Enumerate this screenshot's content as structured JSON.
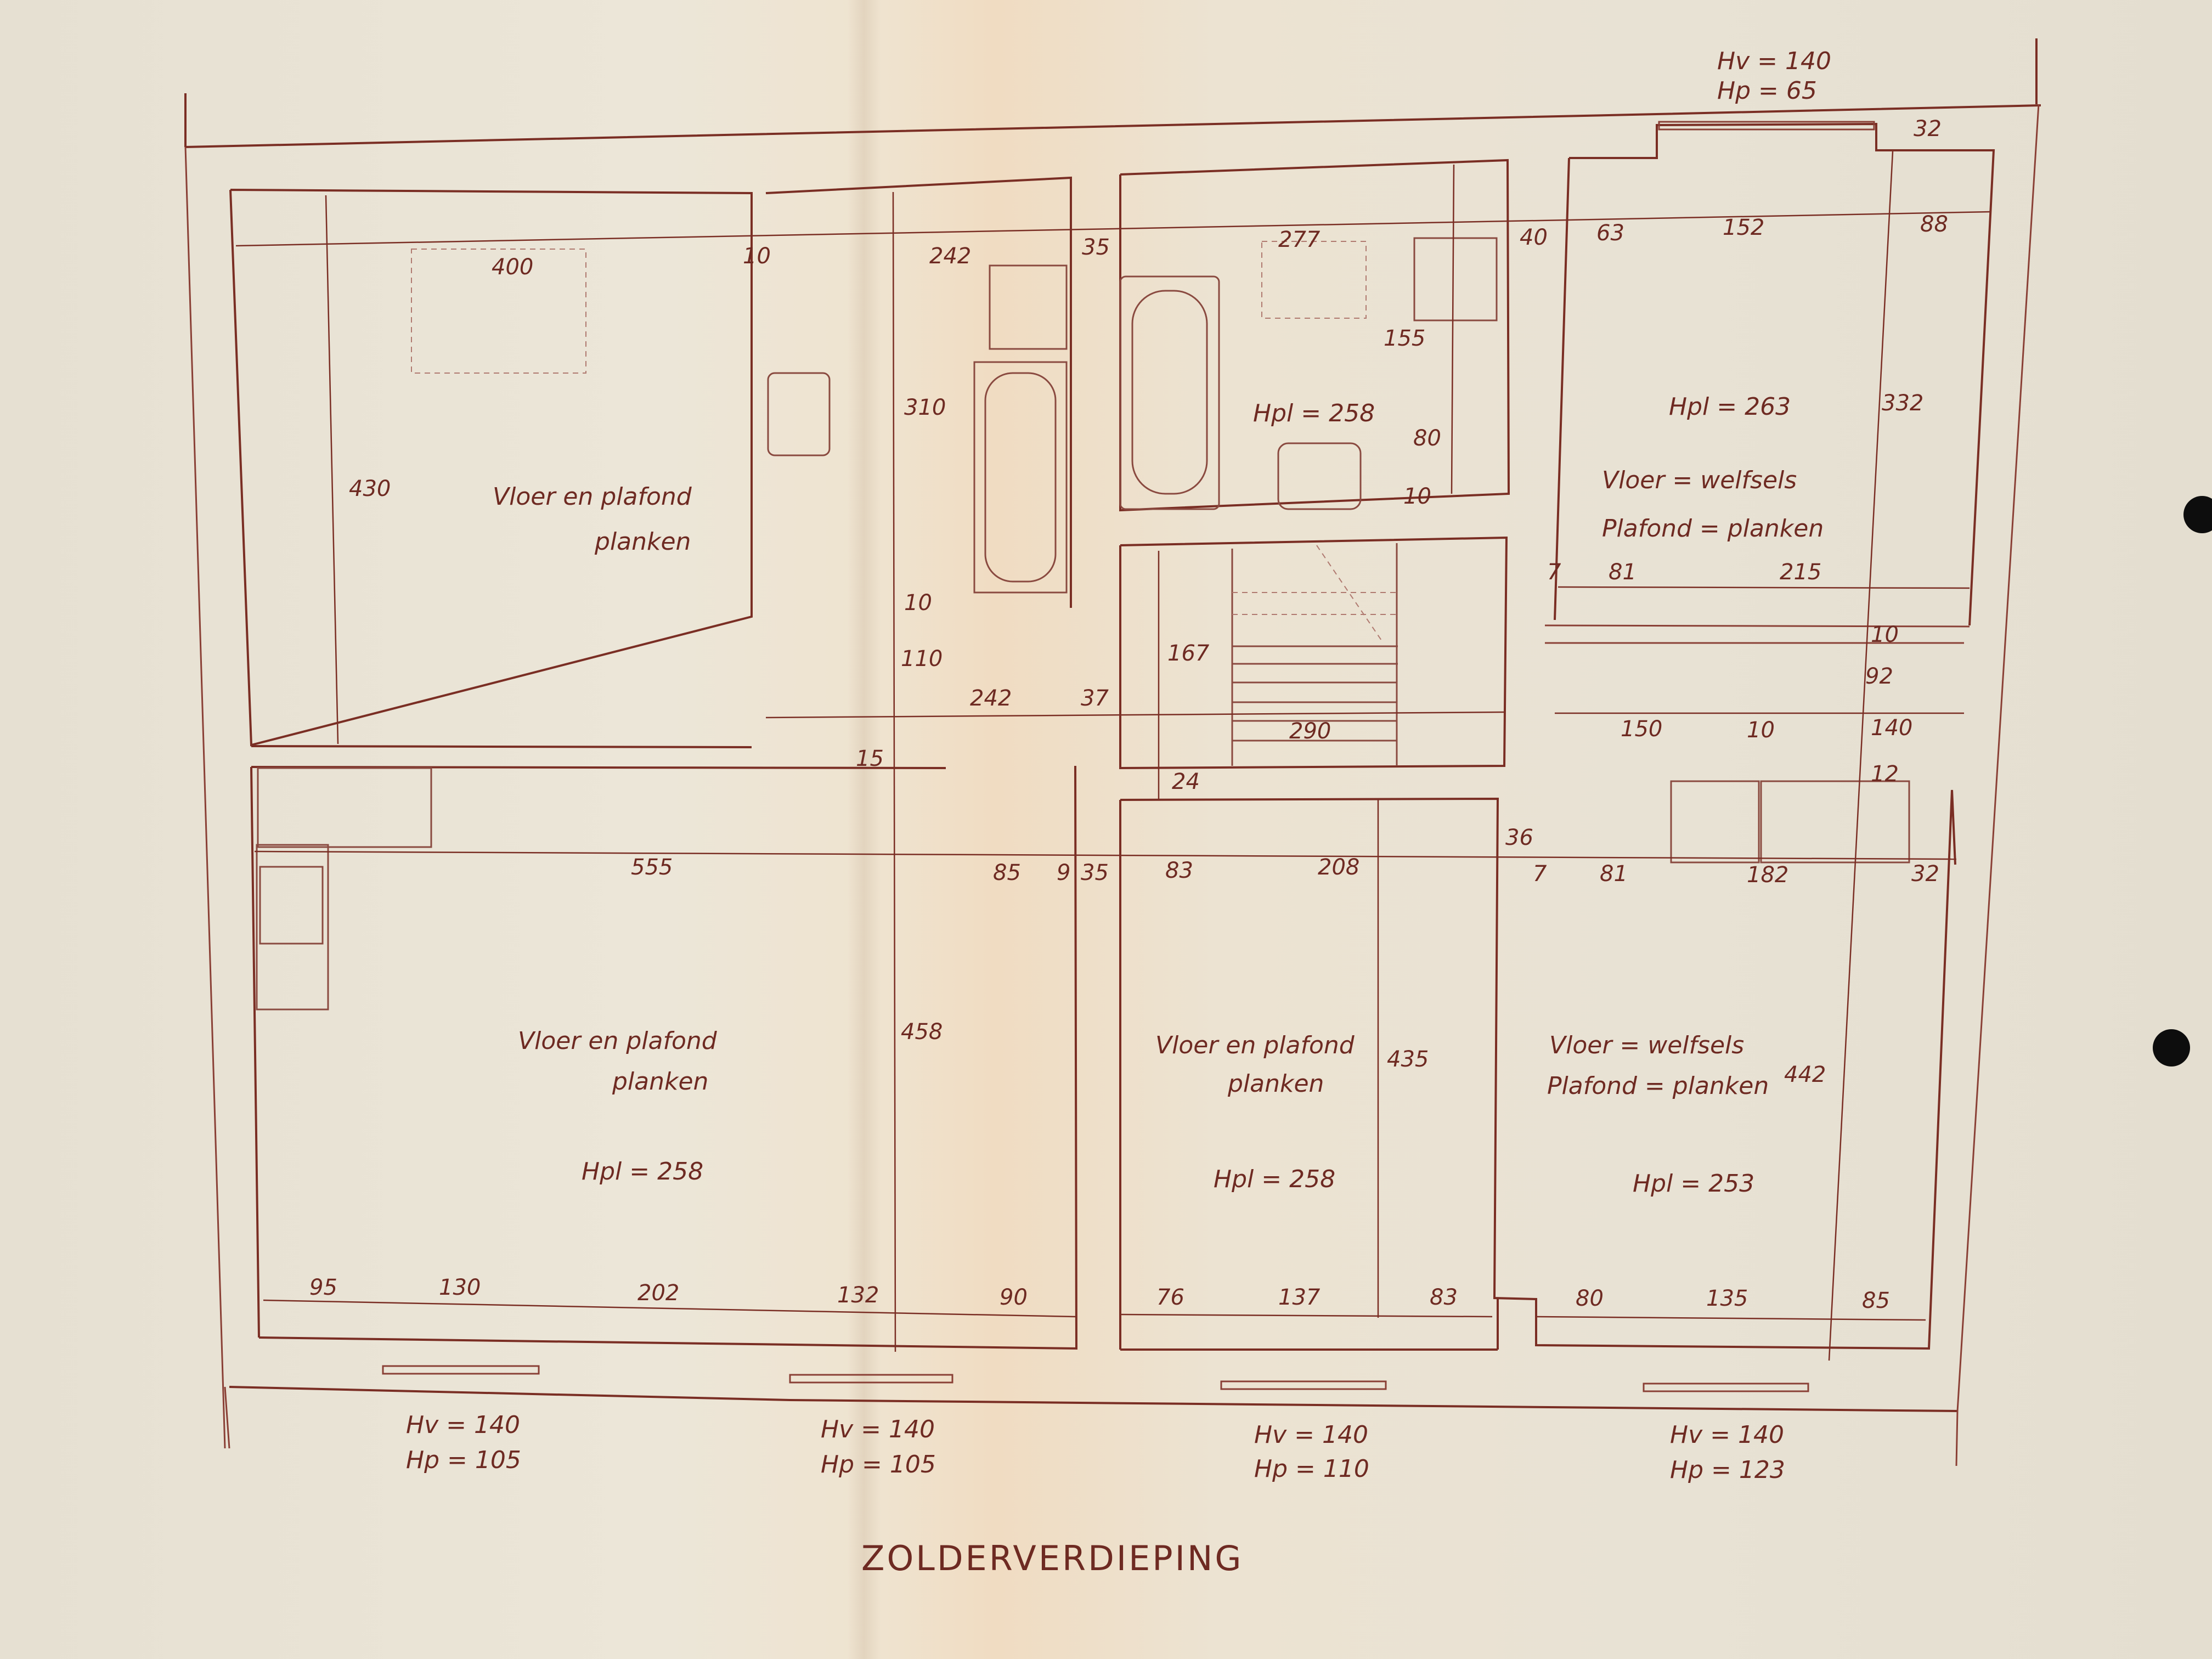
{
  "title": "ZOLDERVERDIEPING",
  "rooms": {
    "top_left": {
      "line1": "Vloer en plafond",
      "line2": "planken"
    },
    "top_right": {
      "hpl": "Hpl = 263",
      "line1": "Vloer = welfsels",
      "line2": "Plafond = planken"
    },
    "bathroom": {
      "hpl": "Hpl = 258"
    },
    "bottom_left": {
      "line1": "Vloer en plafond",
      "line2": "planken",
      "hpl": "Hpl = 258"
    },
    "bottom_middle": {
      "line1": "Vloer en plafond",
      "line2": "planken",
      "hpl": "Hpl = 258"
    },
    "bottom_right": {
      "line1": "Vloer = welfsels",
      "line2": "Plafond = planken",
      "hpl": "Hpl = 253"
    }
  },
  "windows": {
    "top": {
      "hv": "Hv = 140",
      "hp": "Hp = 65"
    },
    "bottom_1": {
      "hv": "Hv = 140",
      "hp": "Hp = 105"
    },
    "bottom_2": {
      "hv": "Hv = 140",
      "hp": "Hp = 105"
    },
    "bottom_3": {
      "hv": "Hv = 140",
      "hp": "Hp = 110"
    },
    "bottom_4": {
      "hv": "Hv = 140",
      "hp": "Hp = 123"
    }
  },
  "dimensions": {
    "d400": "400",
    "d10a": "10",
    "d242a": "242",
    "d35a": "35",
    "d277": "277",
    "d40": "40",
    "d63": "63",
    "d152": "152",
    "d88": "88",
    "d32a": "32",
    "d430": "430",
    "d310": "310",
    "d155": "155",
    "d80": "80",
    "d10b": "10",
    "d332": "332",
    "d7a": "7",
    "d81a": "81",
    "d215": "215",
    "d10c": "10",
    "d10d": "10",
    "d110": "110",
    "d167": "167",
    "d92": "92",
    "d242b": "242",
    "d37": "37",
    "d290": "290",
    "d150": "150",
    "d10e": "10",
    "d140": "140",
    "d15": "15",
    "d24": "24",
    "d12": "12",
    "d555": "555",
    "d85a": "85",
    "d9": "9",
    "d35b": "35",
    "d83a": "83",
    "d208": "208",
    "d36": "36",
    "d7b": "7",
    "d81b": "81",
    "d182": "182",
    "d32b": "32",
    "d458": "458",
    "d435": "435",
    "d442": "442",
    "d95": "95",
    "d130": "130",
    "d202": "202",
    "d132": "132",
    "d90": "90",
    "d76": "76",
    "d137": "137",
    "d83b": "83",
    "d80b": "80",
    "d135": "135",
    "d85b": "85"
  }
}
